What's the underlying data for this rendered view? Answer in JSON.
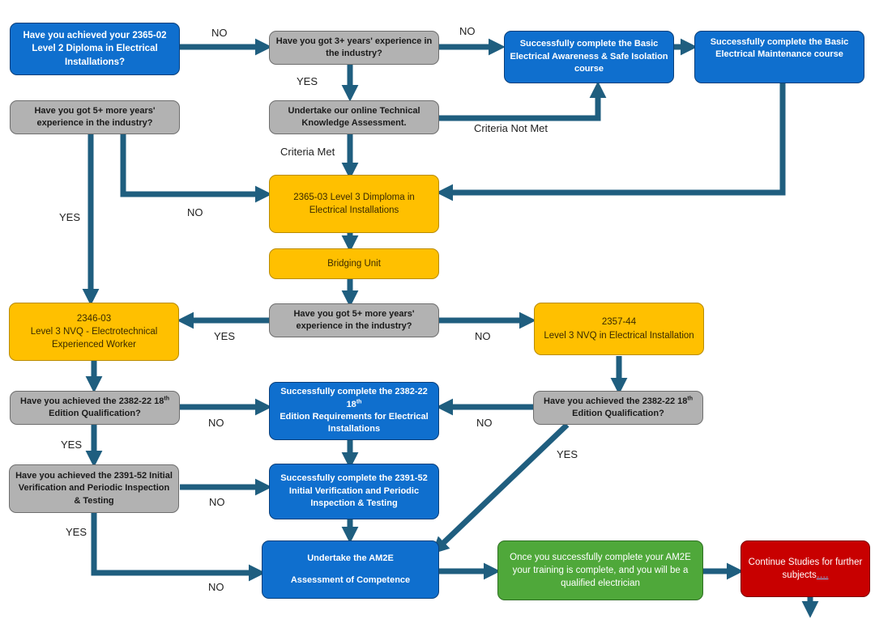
{
  "colors": {
    "blue": "#0f6fce",
    "grey": "#b2b2b2",
    "gold": "#ffc000",
    "green": "#4fa83a",
    "red": "#c80000",
    "arrow": "#1f5e7f"
  },
  "boxes": {
    "level2_question": "Have you achieved your 2365-02 Level 2 Diploma in Electrical Installations?",
    "three_years_question": "Have you got 3+ years' experience in the industry?",
    "basic_awareness": "Successfully complete the Basic Electrical Awareness & Safe Isolation course",
    "basic_maintenance": "Successfully complete the Basic Electrical Maintenance course",
    "five_years_question_top": "Have you got 5+ more years' experience in the industry?",
    "tka": "Undertake our online Technical Knowledge Assessment.",
    "level3_diploma": "2365-03 Level 3 Dimploma in Electrical Installations",
    "bridging_unit": "Bridging Unit",
    "nvq_2346_code": "2346-03",
    "nvq_2346": "Level 3 NVQ  - Electrotechnical Experienced Worker",
    "five_years_question_mid": "Have you got 5+ more years' experience in the industry?",
    "nvq_2357_code": "2357-44",
    "nvq_2357": "Level 3 NVQ  in Electrical Installation",
    "eighteenth_question_left_a": "Have you achieved the 2382-22 18",
    "eighteenth_question_left_b": "Edition Qualification?",
    "eighteenth_complete_a": "Successfully complete the 2382-22 18",
    "eighteenth_complete_b": "Edition Requirements for Electrical Installations",
    "eighteenth_question_right_a": "Have you achieved the 2382-22 18",
    "eighteenth_question_right_b": "Edition Qualification?",
    "inspection_question": "Have you achieved the 2391-52 Initial Verification and Periodic Inspection & Testing",
    "inspection_complete": "Successfully complete the 2391-52 Initial Verification and Periodic Inspection & Testing",
    "am2e_a": "Undertake the AM2E",
    "am2e_b": "Assessment of Competence",
    "qualified": "Once you successfully complete your AM2E your training is complete, and you will be a qualified electrician",
    "continue_text": "Continue Studies for further subjects",
    "continue_link": "….",
    "sup_th": "th"
  },
  "labels": {
    "no_1": "NO",
    "no_2": "NO",
    "yes_1": "YES",
    "criteria_not_met": "Criteria Not Met",
    "criteria_met": "Criteria Met",
    "no_3": "NO",
    "yes_2": "YES",
    "yes_3": "YES",
    "no_4": "NO",
    "no_5": "NO",
    "no_6": "NO",
    "yes_4": "YES",
    "yes_5": "YES",
    "no_7": "NO",
    "yes_6": "YES",
    "no_8": "NO"
  }
}
